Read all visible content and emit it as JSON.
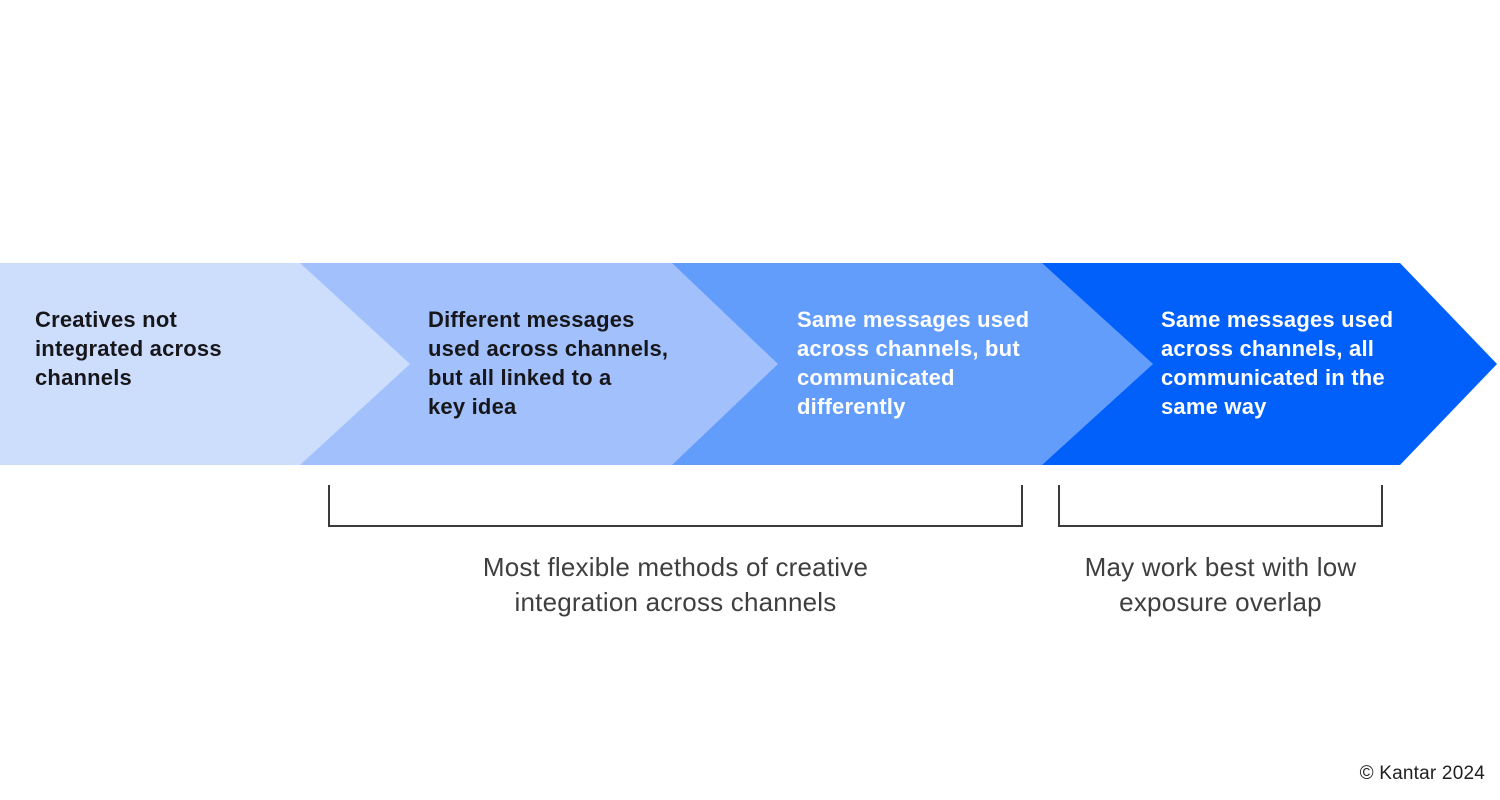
{
  "colors": {
    "segment-1": "#CDDEFD",
    "segment-2": "#A1C0FC",
    "segment-3": "#639DFB",
    "segment-4": "#015FFA",
    "dark-text": "#17171B",
    "light-text": "#FFFFFF",
    "bracket-line": "#3B3B3B",
    "bracket-text": "#3F3F3F",
    "copyright-text": "#1F1F1F"
  },
  "chevrons": [
    {
      "text": "Creatives not\nintegrated across\nchannels"
    },
    {
      "text": "Different messages\nused across channels,\nbut all linked to a\nkey idea"
    },
    {
      "text": "Same messages used\nacross channels, but\ncommunicated\ndifferently"
    },
    {
      "text": "Same messages used\nacross channels, all\ncommunicated in the\nsame way"
    }
  ],
  "annotations": [
    {
      "text": "Most flexible methods of creative\nintegration across channels"
    },
    {
      "text": "May work best with low\nexposure overlap"
    }
  ],
  "footer": {
    "copyright": "© Kantar 2024"
  }
}
